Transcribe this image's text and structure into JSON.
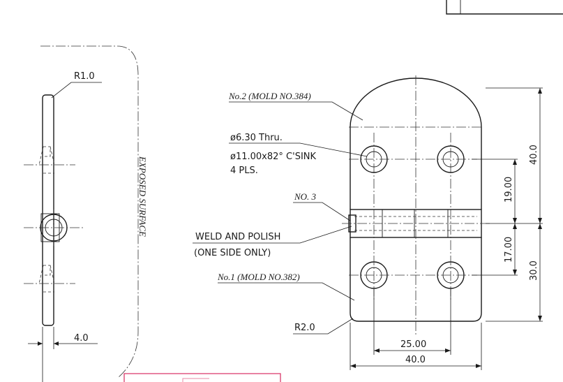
{
  "front_view": {
    "callout_top_plate": "No.2 (MOLD NO.384)",
    "callout_hole_thru": "ø6.30 Thru.",
    "callout_hole_csink": "ø11.00x82° C'SINK",
    "callout_hole_count": "4 PLS.",
    "callout_pin": "NO. 3",
    "callout_weld_line1": "WELD AND POLISH",
    "callout_weld_line2": "(ONE SIDE ONLY)",
    "callout_bottom_plate": "No.1 (MOLD NO.382)",
    "callout_corner_radius": "R2.0",
    "dim_hole_spacing": "25.00",
    "dim_overall_width": "40.0",
    "dim_top_length": "40.0",
    "dim_top_hole_to_axis": "19.00",
    "dim_bottom_hole_to_axis": "17.00",
    "dim_bottom_length": "30.0"
  },
  "side_view": {
    "callout_edge_radius": "R1.0",
    "dim_thickness": "4.0",
    "label_exposed_surface": "EXPOSED SURFACE"
  }
}
